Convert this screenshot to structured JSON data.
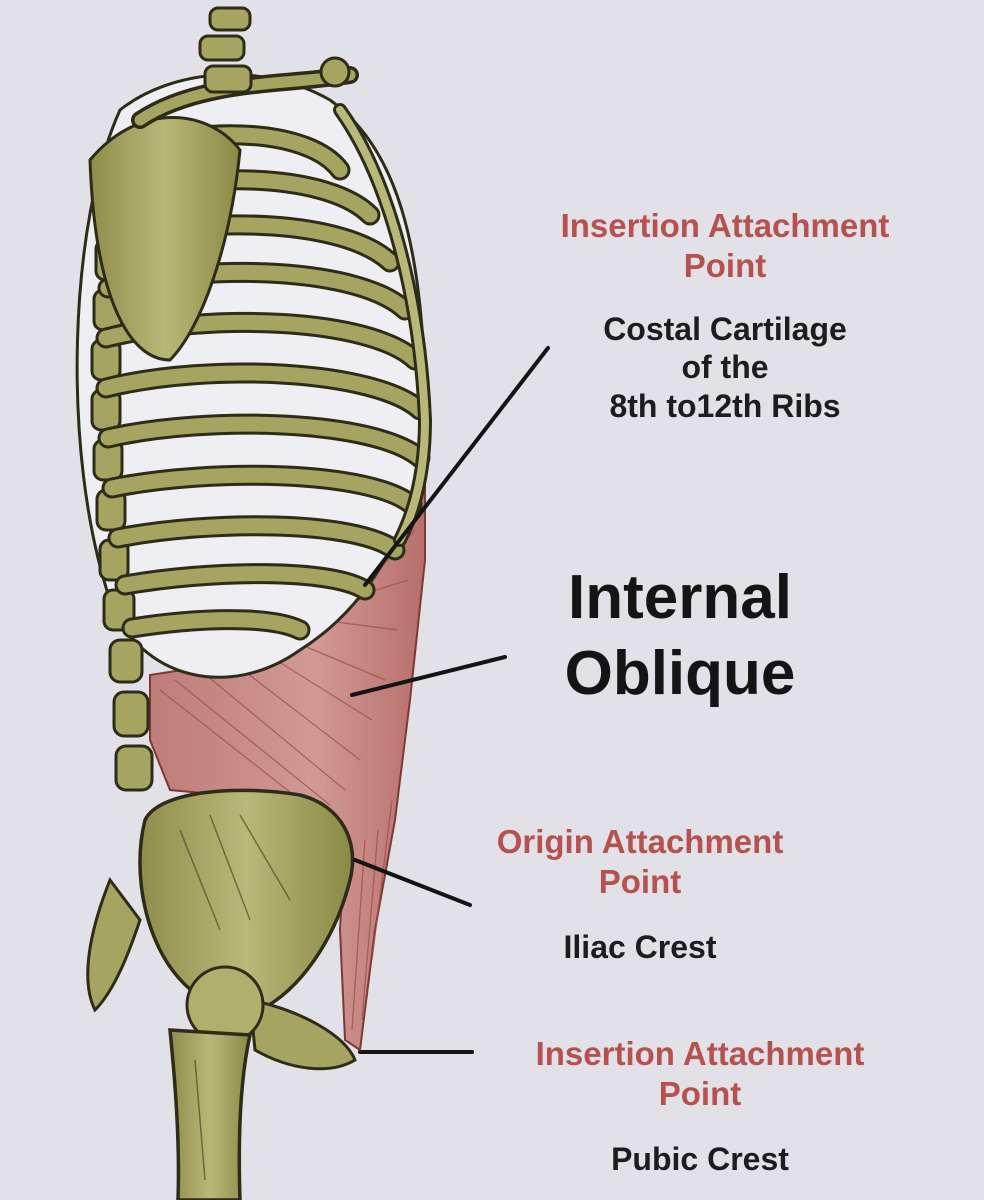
{
  "labels": {
    "upper_insertion": {
      "title_line1": "Insertion Attachment",
      "title_line2": "Point",
      "detail_line1": "Costal Cartilage",
      "detail_line2": "of the",
      "detail_line3": "8th to12th Ribs"
    },
    "muscle_name": {
      "line1": "Internal",
      "line2": "Oblique"
    },
    "origin": {
      "title_line1": "Origin Attachment",
      "title_line2": "Point",
      "detail": "Iliac Crest"
    },
    "lower_insertion": {
      "title_line1": "Insertion Attachment",
      "title_line2": "Point",
      "detail": "Pubic Crest"
    }
  },
  "colors": {
    "background": "#e2e1e8",
    "attachment_title": "#b5524f",
    "body_text": "#1d1d1d",
    "bone": "#a5a461",
    "bone_outline": "#2c2c18",
    "muscle": "#c98984"
  }
}
